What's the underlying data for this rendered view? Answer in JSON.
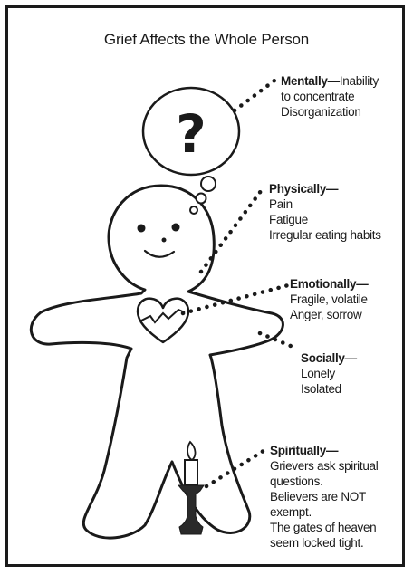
{
  "title": "Grief Affects the Whole Person",
  "icons": {
    "mind": "question-mark-thought-bubble",
    "heart": "broken-heart-icon",
    "candle": "candle-icon"
  },
  "sections": {
    "mentally": {
      "heading": "Mentally—",
      "lines": [
        "Inability",
        "to concentrate",
        "Disorganization"
      ]
    },
    "physically": {
      "heading": "Physically—",
      "lines": [
        "Pain",
        "Fatigue",
        "Irregular eating habits"
      ]
    },
    "emotionally": {
      "heading": "Emotionally—",
      "lines": [
        "Fragile, volatile",
        "Anger, sorrow"
      ]
    },
    "socially": {
      "heading": "Socially—",
      "lines": [
        "Lonely",
        "Isolated"
      ]
    },
    "spiritually": {
      "heading": "Spiritually—",
      "lines": [
        "Grievers ask spiritual",
        "questions.",
        "Believers are NOT",
        "exempt.",
        "The gates of heaven",
        "seem locked tight."
      ]
    }
  }
}
